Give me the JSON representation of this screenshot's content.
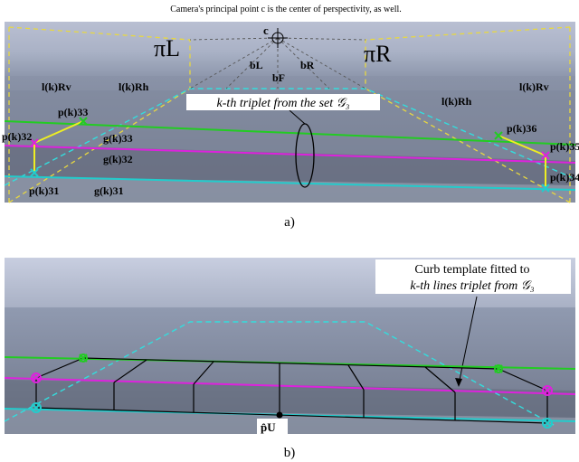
{
  "panel_a": {
    "principal_point_note": "Camera's principal point c is the center of perspectivity, as well.",
    "camera_label": "c",
    "plane_left": "πL",
    "plane_right": "πR",
    "b_left": "bL",
    "b_front": "bF",
    "b_right": "bR",
    "triplet_note": "k-th triplet from the set 𝒢₃",
    "line_labels": {
      "l_rv_left": "l(k)Rv",
      "l_rh_left": "l(k)Rh",
      "l_rh_right": "l(k)Rh",
      "l_rv_right": "l(k)Rv"
    },
    "point_labels": {
      "p31": "p(k)31",
      "p32": "p(k)32",
      "p33": "p(k)33",
      "p34": "p(k)34",
      "p35": "p(k)35",
      "p36": "p(k)36",
      "g31": "g(k)31",
      "g32": "g(k)32",
      "g33": "g(k)33"
    },
    "caption": "a)"
  },
  "panel_b": {
    "template_note_line1": "Curb template fitted to",
    "template_note_line2": "k-th lines triplet from 𝒢₃",
    "pu_label": "p̂U",
    "caption": "b)"
  },
  "colors": {
    "green_line": "#22cc22",
    "magenta_line": "#dd22dd",
    "cyan_line": "#22cccc",
    "yellow_line": "#eeee22",
    "dashed_yellow": "#e8d840",
    "dashed_cyan": "#33dddd",
    "camera_dashes": "#555555"
  }
}
